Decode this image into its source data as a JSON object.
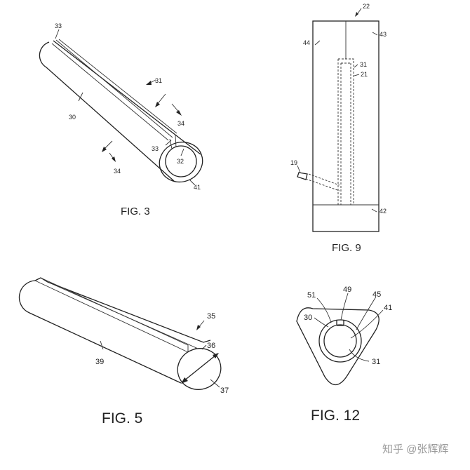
{
  "fig3": {
    "caption": "FIG. 3",
    "refs": {
      "r33a": "33",
      "r31": "31",
      "r30": "30",
      "r34a": "34",
      "r33b": "33",
      "r32": "32",
      "r34b": "34",
      "r41": "41"
    }
  },
  "fig9": {
    "caption": "FIG. 9",
    "refs": {
      "r22": "22",
      "r44": "44",
      "r43": "43",
      "r31": "31",
      "r21": "21",
      "r19": "19",
      "r42": "42"
    }
  },
  "fig5": {
    "caption": "FIG. 5",
    "refs": {
      "r35": "35",
      "r36": "36",
      "r39": "39",
      "r37": "37"
    }
  },
  "fig12": {
    "caption": "FIG. 12",
    "refs": {
      "r51": "51",
      "r49": "49",
      "r45": "45",
      "r41": "41",
      "r30": "30",
      "r31": "31"
    }
  },
  "watermark": "知乎 @张辉辉"
}
